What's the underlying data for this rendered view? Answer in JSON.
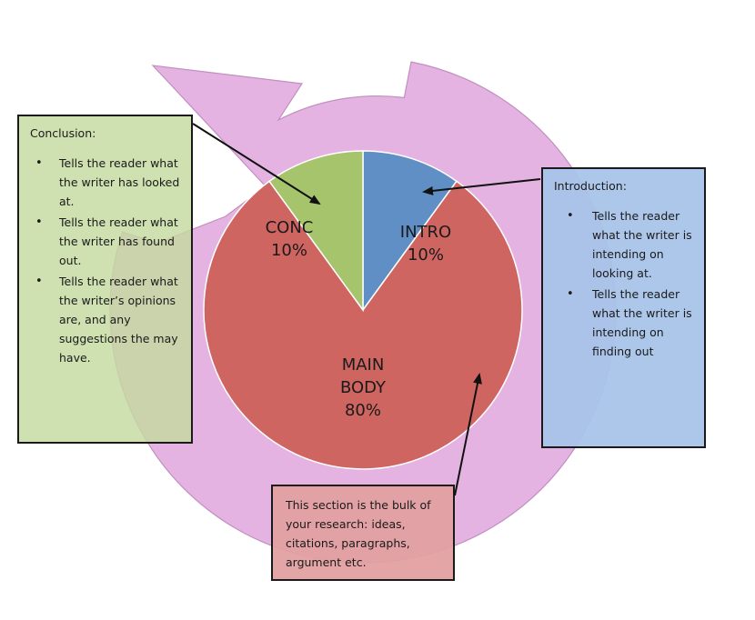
{
  "colors": {
    "arrow_cycle": "#e0a6dc",
    "conclusion_slice": "#a6c46b",
    "intro_slice": "#5f8fc4",
    "main_slice": "#cf6561",
    "conclusion_box": "#c4daa0",
    "intro_box": "#a8c4e8",
    "main_box": "#e2a0a0",
    "pointer": "#111111"
  },
  "chart_data": {
    "type": "pie",
    "slices": [
      {
        "label": "INTRO",
        "percent_label": "10%",
        "value": 10,
        "color": "#5f8fc4"
      },
      {
        "label": "MAIN BODY",
        "percent_label": "80%",
        "value": 80,
        "color": "#cf6561"
      },
      {
        "label": "CONC",
        "percent_label": "10%",
        "value": 10,
        "color": "#a6c46b"
      }
    ]
  },
  "labels": {
    "conc": {
      "name": "CONC",
      "pct": "10%"
    },
    "intro": {
      "name": "INTRO",
      "pct": "10%"
    },
    "main": {
      "line1": "MAIN",
      "line2": "BODY",
      "pct": "80%"
    }
  },
  "conclusion": {
    "title": "Conclusion:",
    "bullets": [
      "Tells the reader what the writer has looked at.",
      "Tells the reader what the writer has found out.",
      "Tells the reader what the writer’s opinions are, and any suggestions the may have."
    ]
  },
  "introduction": {
    "title": "Introduction:",
    "bullets": [
      "Tells the reader what the writer is intending on looking at.",
      "Tells the reader what the writer is intending on finding out"
    ]
  },
  "main_body": {
    "text": "This section is the bulk of your research: ideas, citations, paragraphs, argument etc."
  }
}
